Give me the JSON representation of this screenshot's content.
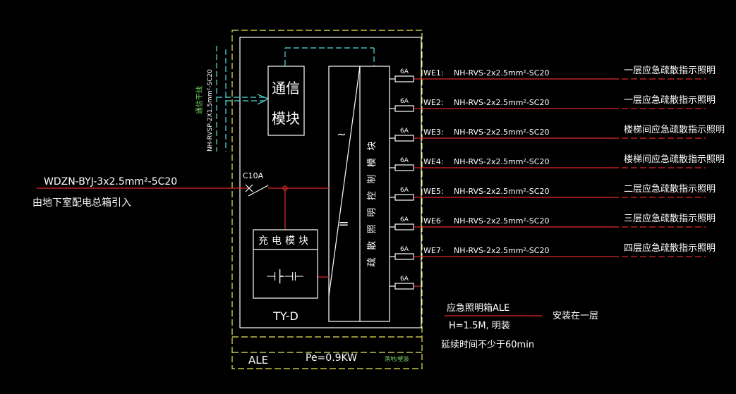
{
  "incoming": {
    "cable": "WDZN-BYJ-3x2.5mm²-5C20",
    "source": "由地下室配电总箱引入"
  },
  "comm": {
    "label": "通信干线",
    "cable": "NH-RVSP-2X1.5mm²-SC20",
    "module": [
      "通信",
      "模块"
    ]
  },
  "breaker": {
    "label": "C10A"
  },
  "charging": {
    "title": "充电模块",
    "symbol": "⊣├⊣⊢"
  },
  "controller": {
    "chars": [
      "疏",
      "散",
      "照",
      "明",
      "控",
      "制",
      "模",
      "块"
    ],
    "tilde": "~",
    "eq": "="
  },
  "box_model": "TY-D",
  "box_name": "ALE",
  "power": "Pe=0.9KW",
  "mount_small": "落地/壁装",
  "circuits": [
    {
      "fuse": "6A",
      "id": "WE1:",
      "cable": "NH-RVS-2x2.5mm²-SC20",
      "desc": "一层应急疏散指示照明"
    },
    {
      "fuse": "6A",
      "id": "WE2:",
      "cable": "NH-RVS-2x2.5mm²-SC20",
      "desc": "一层应急疏散指示照明"
    },
    {
      "fuse": "6A",
      "id": "WE3:",
      "cable": "NH-RVS-2x2.5mm²-SC20",
      "desc": "楼梯间应急疏散指示照明"
    },
    {
      "fuse": "6A",
      "id": "WE4:",
      "cable": "NH-RVS-2x2.5mm²-SC20",
      "desc": "楼梯间应急疏散指示照明"
    },
    {
      "fuse": "6A",
      "id": "WE5:",
      "cable": "NH-RVS-2x2.5mm²-SC20",
      "desc": "二层应急疏散指示照明"
    },
    {
      "fuse": "6A",
      "id": "WE6·",
      "cable": "NH-RVS-2x2.5mm²-SC20",
      "desc": "三层应急疏散指示照明"
    },
    {
      "fuse": "6A",
      "id": "WE7·",
      "cable": "NH-RVS-2x2.5mm²-SC20",
      "desc": "四层应急疏散指示照明"
    },
    {
      "fuse": "6A",
      "id": "",
      "cable": "",
      "desc": ""
    }
  ],
  "notes": {
    "box": "应急照明箱ALE",
    "height": "H=1.5M, 明装",
    "location": "安装在一层",
    "duration": "延续时间不少于60min"
  }
}
